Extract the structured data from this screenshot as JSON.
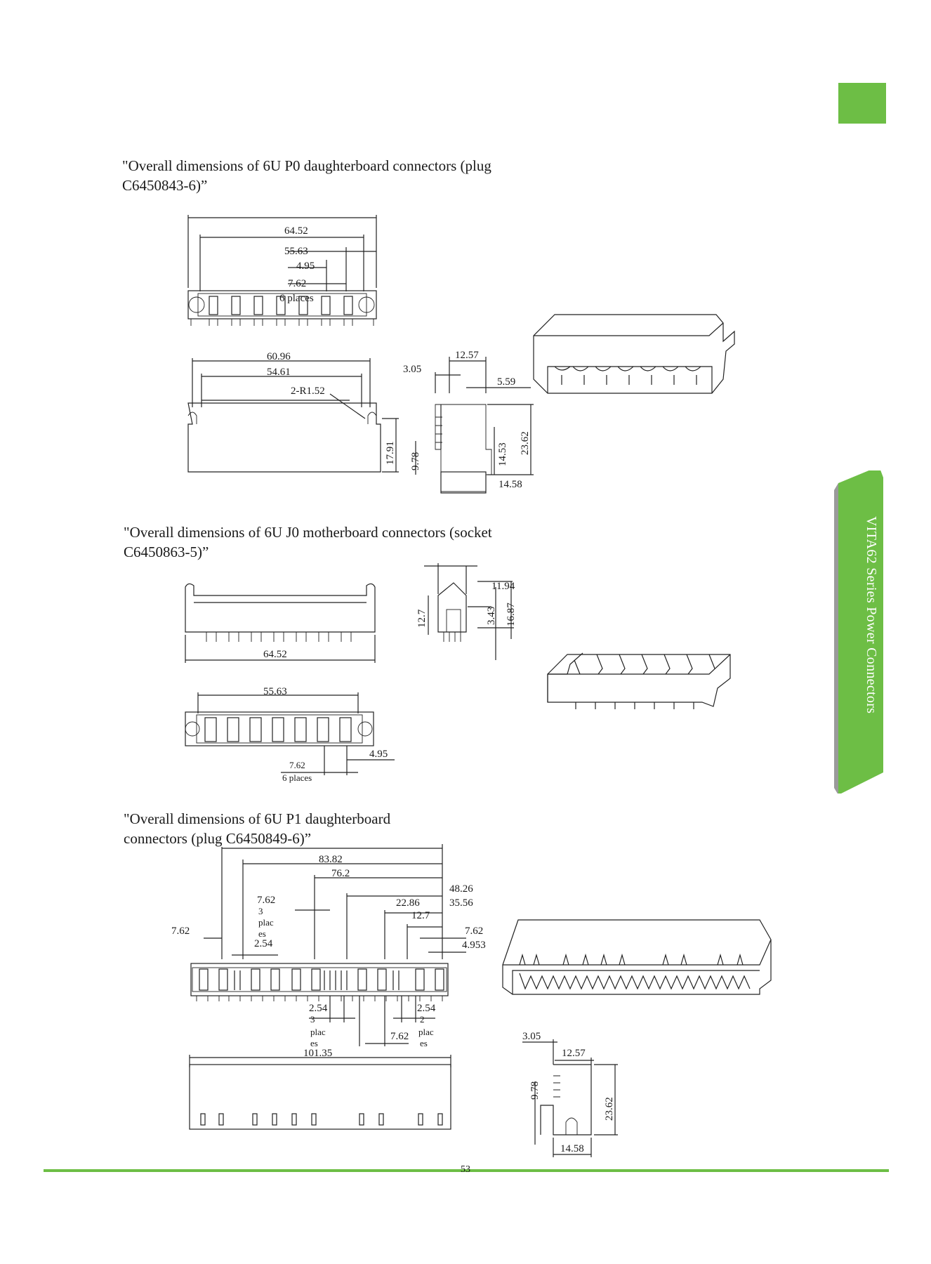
{
  "page": {
    "number": "53"
  },
  "side_banner": {
    "text": "VITA62 Series Power Connectors",
    "color": "#6dbe45"
  },
  "accent_color": "#6dbe45",
  "sections": [
    {
      "title": "\"Overall dimensions of 6U P0 daughterboard connectors (plug C6450843-6)”",
      "dims": {
        "d1": "64.52",
        "d2": "55.63",
        "d3": "4.95",
        "d4": "7.62",
        "d5": "6 places",
        "d6": "60.96",
        "d7": "54.61",
        "d8": "2-R1.52",
        "d9": "17.91",
        "d10": "12.57",
        "d11": "3.05",
        "d12": "5.59",
        "d13": "9.78",
        "d14": "14.53",
        "d15": "23.62",
        "d16": "14.58"
      }
    },
    {
      "title": "\"Overall dimensions of 6U J0 motherboard connectors (socket C6450863-5)”",
      "dims": {
        "d1": "64.52",
        "d2": "55.63",
        "d3": "4.95",
        "d4": "7.62",
        "d5": "6 places",
        "d6": "12.7",
        "d7": "11.94",
        "d8": "3.43",
        "d9": "16.87"
      }
    },
    {
      "title": "\"Overall dimensions of 6U P1 daughterboard connectors (plug C6450849-6)”",
      "dims": {
        "d1": "83.82",
        "d2": "76.2",
        "d3": "48.26",
        "d4": "35.56",
        "d5": "22.86",
        "d6": "12.7",
        "d7": "7.62",
        "d8": "4.953",
        "d9": "7.62",
        "d10": "3",
        "d11": "plac",
        "d12": "es",
        "d13": "2.54",
        "d14": "7.62",
        "d15": "2.54",
        "d16": "3",
        "d17": "plac",
        "d18": "es",
        "d19": "7.62",
        "d20": "2.54",
        "d21": "2",
        "d22": "plac",
        "d23": "es",
        "d24": "101.35",
        "d25": "3.05",
        "d26": "12.57",
        "d27": "9.78",
        "d28": "23.62",
        "d29": "14.58"
      }
    }
  ]
}
